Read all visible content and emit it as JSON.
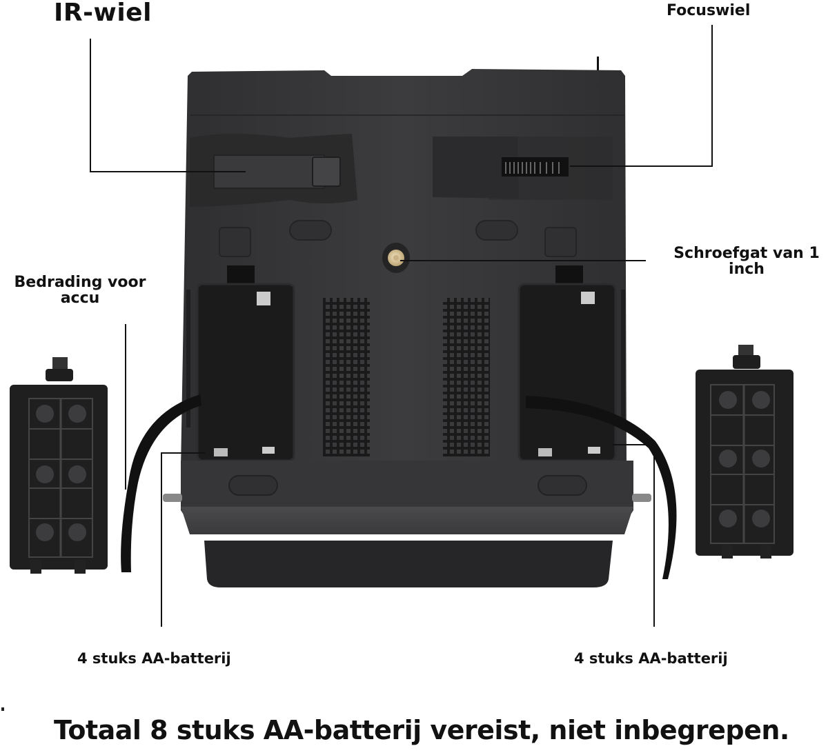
{
  "labels": {
    "ir_wheel": "IR-wiel",
    "focus_wheel": "Focuswiel",
    "screw_hole": "Schroefgat van 1 inch",
    "battery_wiring": "Bedrading voor accu",
    "aa_left": "4 stuks AA-batterij",
    "aa_right": "4 stuks AA-batterij",
    "total_note": "Totaal 8 stuks AA-batterij vereist, niet inbegrepen."
  },
  "parts": [
    {
      "name": "ir-wheel",
      "label_ref": "ir_wheel"
    },
    {
      "name": "focus-wheel",
      "label_ref": "focus_wheel"
    },
    {
      "name": "tripod-screw-hole",
      "label_ref": "screw_hole"
    },
    {
      "name": "battery-wiring-strap",
      "label_ref": "battery_wiring"
    },
    {
      "name": "left-battery-compartment",
      "label_ref": "aa_left"
    },
    {
      "name": "right-battery-compartment",
      "label_ref": "aa_right"
    }
  ],
  "colors": {
    "body": "#3a3a3c",
    "body_dark": "#2a2a2b",
    "compartment": "#1e1e1f",
    "brass": "#d8c39a",
    "callout_line": "#111111",
    "text": "#111111"
  }
}
